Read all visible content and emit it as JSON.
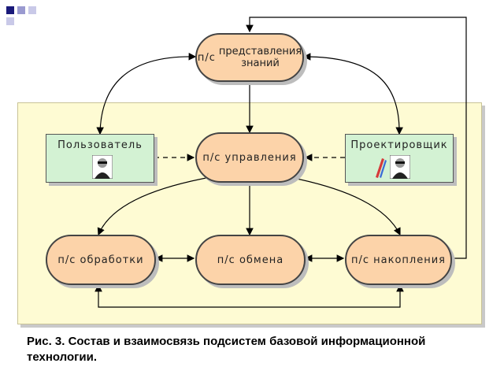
{
  "nodes": {
    "knowledge": {
      "prefix": "п/с",
      "line1": "представления",
      "line2": "знаний"
    },
    "control": {
      "label": "п/с управления"
    },
    "processing": {
      "label": "п/с обработки"
    },
    "exchange": {
      "label": "п/с обмена"
    },
    "storage": {
      "label": "п/с накопления"
    },
    "user": {
      "label": "Пользователь"
    },
    "designer": {
      "label": "Проектировщик"
    }
  },
  "caption": {
    "line1": "Рис. 3. Состав и взаимосвязь подсистем базовой информационной",
    "line2": "технологии."
  },
  "colors": {
    "pill_fill": "#fcd3a9",
    "box_fill": "#d3f2d3",
    "panel_fill": "#fefbd3"
  }
}
